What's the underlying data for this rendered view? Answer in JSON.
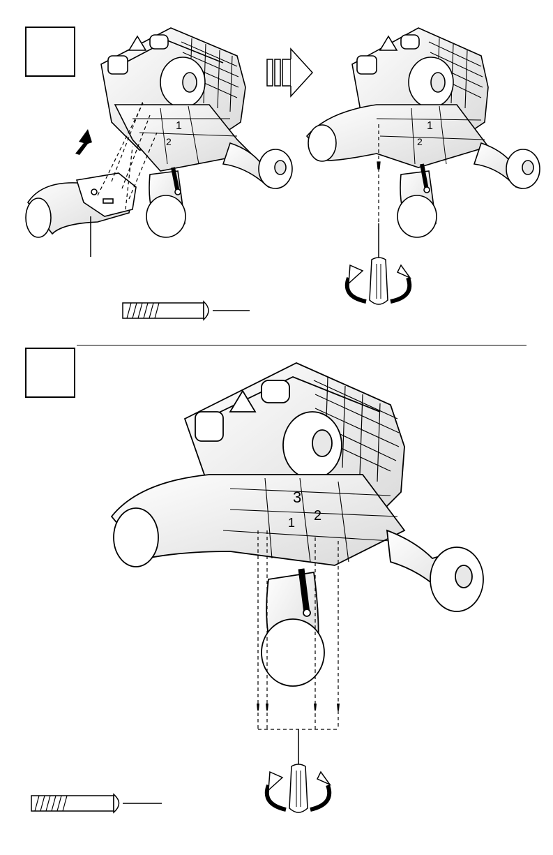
{
  "steps": [
    {
      "number": ""
    },
    {
      "number": ""
    }
  ],
  "seat_logo_text": "",
  "part_numbers": {
    "step1_upper_tray": "1",
    "step1_lower_tray": "2",
    "step1_right_tray_upper": "1",
    "step1_right_tray_lower": "2",
    "step2_panel_a": "3",
    "step2_panel_b": "2",
    "step2_panel_c": "1"
  },
  "icons": [
    "arrow-icon",
    "screwdriver-icon",
    "screw-icon",
    "rotate-icon"
  ]
}
